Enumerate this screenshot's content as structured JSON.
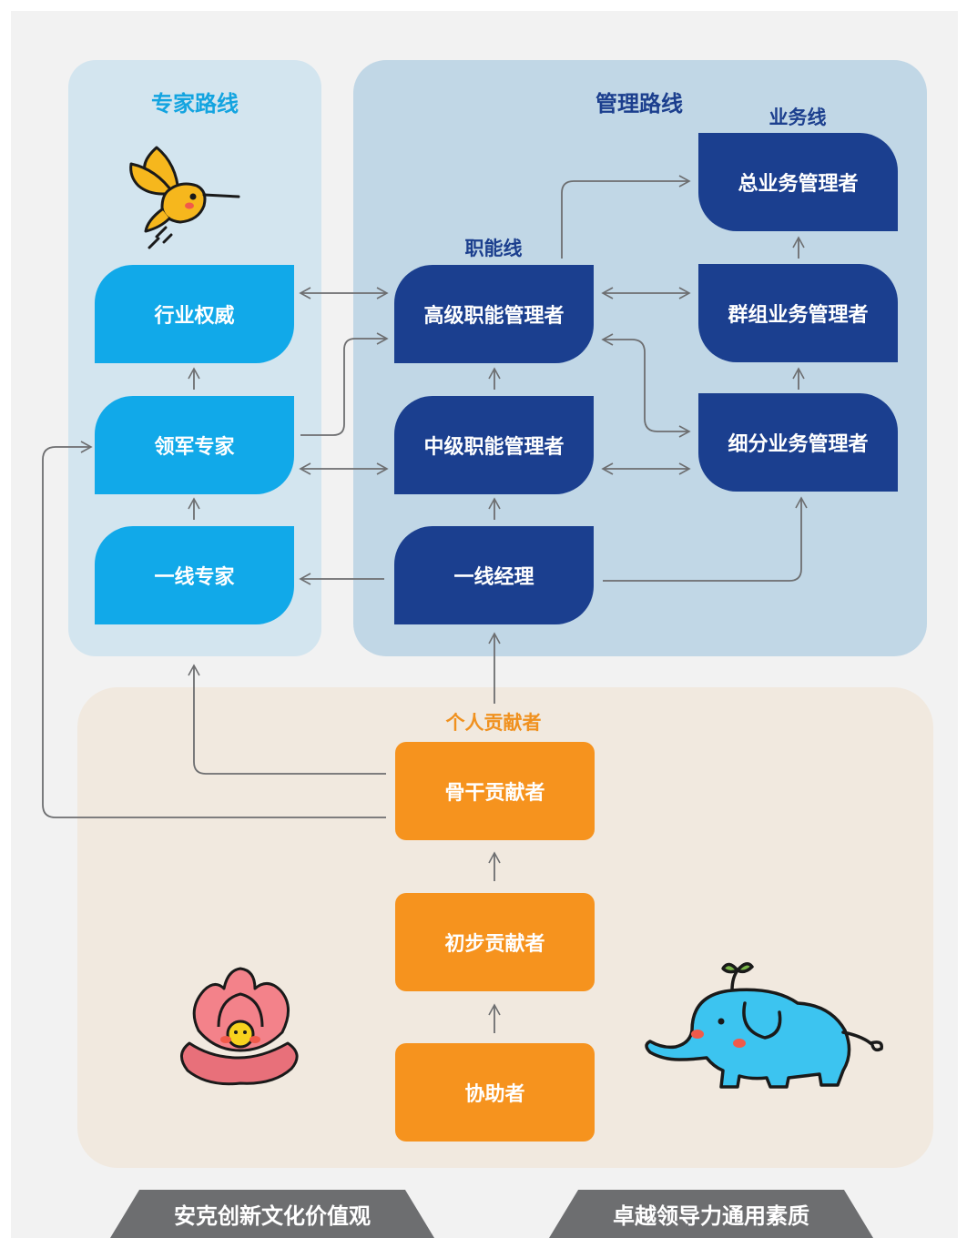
{
  "sections": {
    "expert_title": "专家路线",
    "management_title": "管理路线",
    "business_line_title": "业务线",
    "functional_line_title": "职能线",
    "individual_contributor_title": "个人贡献者"
  },
  "expert_nodes": {
    "industry_authority": "行业权威",
    "leading_expert": "领军专家",
    "frontline_expert": "一线专家"
  },
  "functional_nodes": {
    "senior_manager": "高级职能管理者",
    "mid_manager": "中级职能管理者",
    "frontline_manager": "一线经理"
  },
  "business_nodes": {
    "general_manager": "总业务管理者",
    "group_manager": "群组业务管理者",
    "segment_manager": "细分业务管理者"
  },
  "contributor_nodes": {
    "core_contributor": "骨干贡献者",
    "junior_contributor": "初步贡献者",
    "assistant": "协助者"
  },
  "footer": {
    "left_tab": "安克创新文化价值观",
    "right_tab": "卓越领导力通用素质"
  },
  "colors": {
    "expert_node": "#11a9e9",
    "management_node": "#1b3f8f",
    "contributor_node": "#f6931e",
    "expert_panel": "#d3e5ef",
    "management_panel": "#c1d7e6",
    "contributor_panel": "#f1e9df",
    "footer_tab": "#6d6e70",
    "connector": "#6d6e70"
  },
  "icons": {
    "bird": "hummingbird-icon",
    "flower": "flower-icon",
    "elephant": "elephant-icon"
  }
}
